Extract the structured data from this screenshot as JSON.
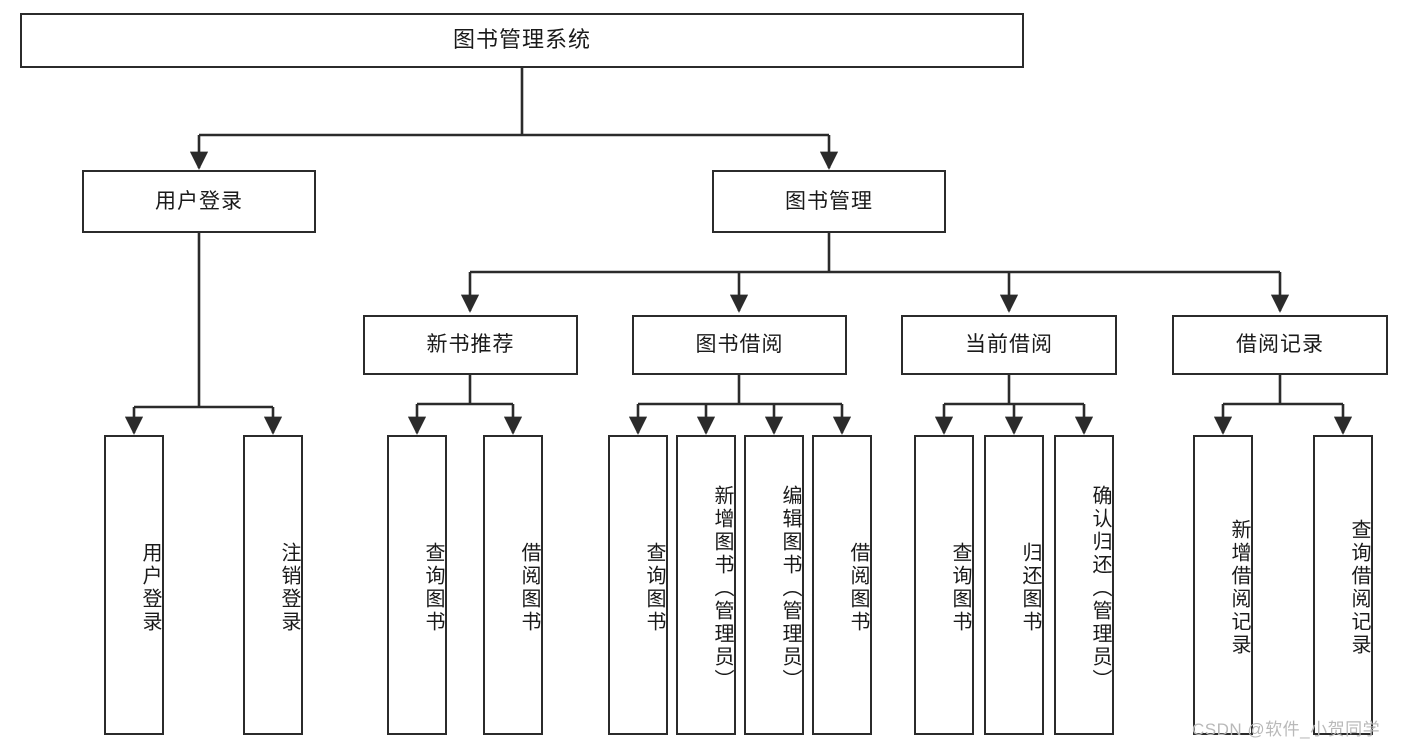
{
  "diagram": {
    "title": "图书管理系统",
    "type": "tree-hierarchy-chart",
    "colors": {
      "box_border": "#2b2b2b",
      "box_fill": "#ffffff",
      "edge": "#2b2b2b",
      "text": "#1a1a1a",
      "watermark": "#b9b9b9"
    },
    "nodes": {
      "root": "图书管理系统",
      "level2": [
        "用户登录",
        "图书管理"
      ],
      "level3": [
        "新书推荐",
        "图书借阅",
        "当前借阅",
        "借阅记录"
      ],
      "leaves": {
        "user_login": [
          "用户登录",
          "注销登录"
        ],
        "new_book_recommend": [
          "查询图书",
          "借阅图书"
        ],
        "book_borrow": [
          "查询图书",
          "新增图书（管理员）",
          "编辑图书（管理员）",
          "借阅图书"
        ],
        "current_borrow": [
          "查询图书",
          "归还图书",
          "确认归还（管理员）"
        ],
        "borrow_record": [
          "新增借阅记录",
          "查询借阅记录"
        ]
      }
    },
    "watermark": "CSDN @软件_小贺同学"
  }
}
